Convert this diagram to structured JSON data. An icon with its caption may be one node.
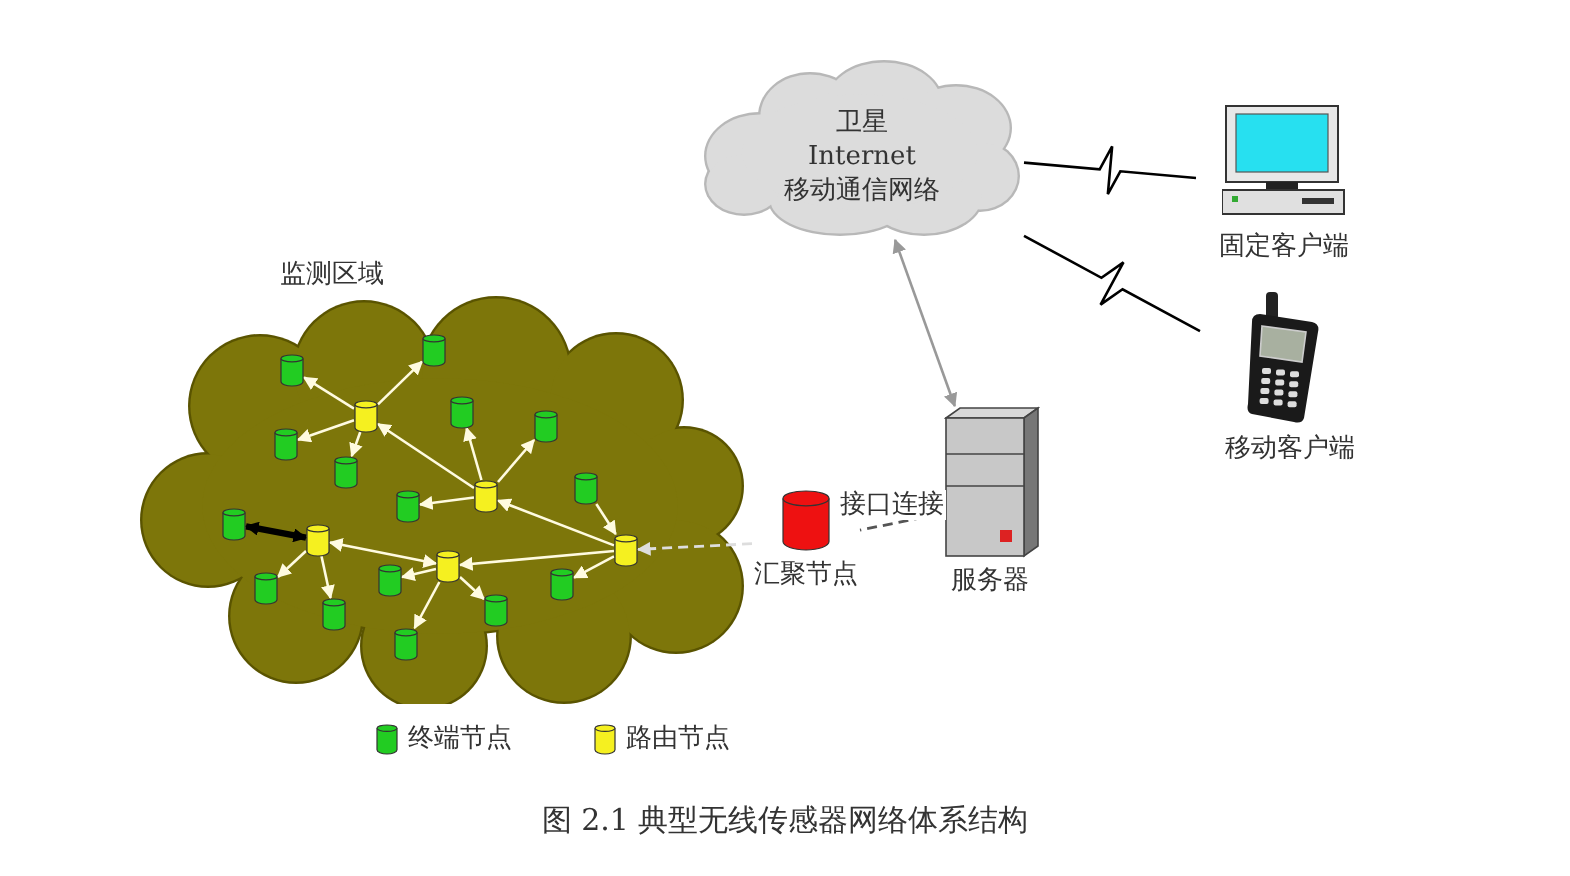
{
  "diagram": {
    "caption": "图 2.1 典型无线传感器网络体系结构",
    "nodes": [
      {
        "text": [
          "卫星",
          "Internet",
          "移动通信网络"
        ]
      },
      {
        "text": [
          "固定客户端"
        ]
      },
      {
        "text": [
          "移动客户端"
        ]
      },
      {
        "text": [
          "监测区域"
        ]
      },
      {
        "text": [],
        "shape": "cylinder",
        "in": 3
      },
      {
        "text": [],
        "shape": "cylinder",
        "in": 3
      },
      {
        "text": [],
        "shape": "cylinder",
        "in": 3
      },
      {
        "text": [],
        "shape": "cylinder",
        "in": 3
      },
      {
        "text": [],
        "shape": "cylinder",
        "in": 3
      },
      {
        "text": [],
        "shape": "cylinder",
        "in": 3
      },
      {
        "text": [],
        "shape": "cylinder",
        "in": 3
      },
      {
        "text": [],
        "shape": "cylinder",
        "in": 3
      },
      {
        "text": [],
        "shape": "cylinder",
        "in": 3
      },
      {
        "text": [],
        "shape": "cylinder",
        "in": 3
      },
      {
        "text": [],
        "shape": "cylinder",
        "in": 3
      },
      {
        "text": [],
        "shape": "cylinder",
        "in": 3
      },
      {
        "text": [],
        "shape": "cylinder",
        "in": 3
      },
      {
        "text": [],
        "shape": "cylinder",
        "in": 3
      },
      {
        "text": [],
        "shape": "cylinder",
        "in": 3
      },
      {
        "text": [],
        "shape": "cylinder",
        "in": 3
      },
      {
        "text": [],
        "shape": "cylinder",
        "in": 3
      },
      {
        "text": [],
        "shape": "cylinder",
        "in": 3
      },
      {
        "text": [],
        "shape": "cylinder",
        "in": 3
      },
      {
        "text": [],
        "shape": "cylinder",
        "in": 3
      },
      {
        "text": [
          "汇聚节点"
        ]
      },
      {
        "text": [
          "服务器"
        ]
      }
    ],
    "edges": [
      {
        "from": 4,
        "to": 9,
        "arrow": "to"
      },
      {
        "from": 4,
        "to": 10,
        "arrow": "to"
      },
      {
        "from": 4,
        "to": 11,
        "arrow": "to"
      },
      {
        "from": 4,
        "to": 12,
        "arrow": "to"
      },
      {
        "from": 5,
        "to": 4,
        "arrow": "to"
      },
      {
        "from": 5,
        "to": 13,
        "arrow": "to"
      },
      {
        "from": 5,
        "to": 14,
        "arrow": "to"
      },
      {
        "from": 5,
        "to": 15,
        "arrow": "to"
      },
      {
        "from": 8,
        "to": 5,
        "arrow": "to"
      },
      {
        "from": 16,
        "to": 8,
        "arrow": "to"
      },
      {
        "from": 8,
        "to": 23,
        "arrow": "to"
      },
      {
        "from": 6,
        "to": 17,
        "arrow": "both",
        "style": "thick",
        "color": "#000000"
      },
      {
        "from": 6,
        "to": 18,
        "arrow": "to"
      },
      {
        "from": 6,
        "to": 19,
        "arrow": "to"
      },
      {
        "from": 6,
        "to": 7,
        "arrow": "both"
      },
      {
        "from": 8,
        "to": 7,
        "arrow": "to"
      },
      {
        "from": 7,
        "to": 20,
        "arrow": "to"
      },
      {
        "from": 7,
        "to": 21,
        "arrow": "to"
      },
      {
        "from": 7,
        "to": 22,
        "arrow": "to"
      },
      {
        "from": 24,
        "to": 8,
        "arrow": "to",
        "style": "dashed",
        "color": "#dddddd"
      },
      {
        "from": 25,
        "to": 24,
        "arrow": "none",
        "style": "dashed",
        "color": "#555555",
        "label": "接口连接"
      },
      {
        "from": 25,
        "to": 0,
        "arrow": "both",
        "color": "#999999"
      },
      {
        "from": 0,
        "to": 1,
        "arrow": "none",
        "color": "#000000"
      },
      {
        "from": 0,
        "to": 2,
        "arrow": "none",
        "color": "#000000"
      }
    ],
    "legend": [
      {
        "text": "终端节点",
        "color": "#22cc22"
      },
      {
        "text": "路由节点",
        "color": "#f5f020"
      }
    ]
  }
}
